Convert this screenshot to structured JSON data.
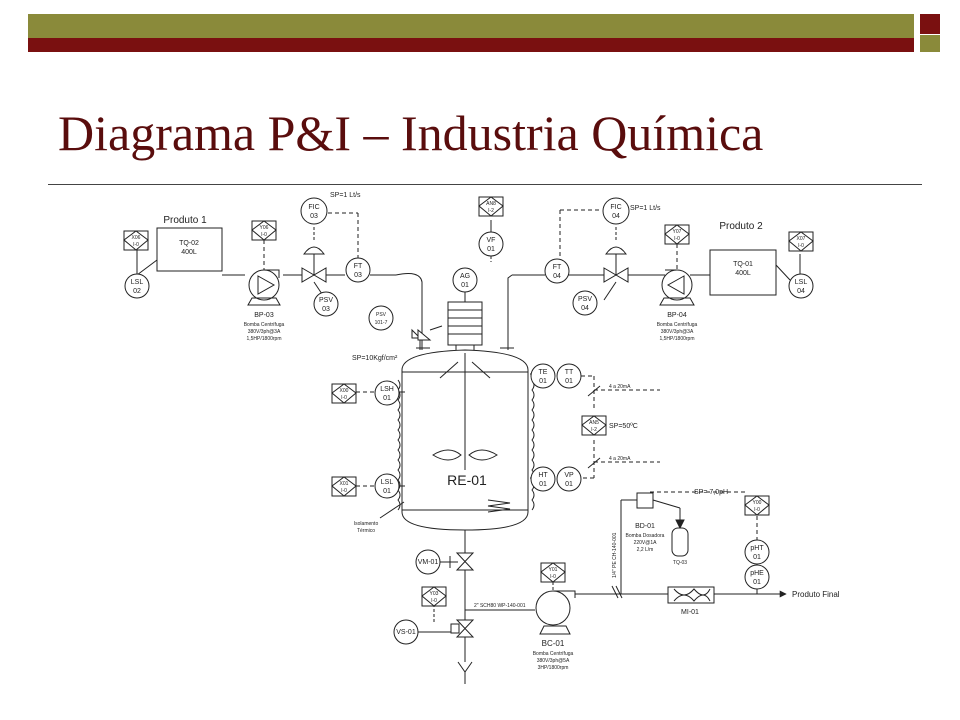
{
  "slide": {
    "title": "Diagrama P&I – Industria Química"
  },
  "diagram": {
    "tanks": {
      "produto1": {
        "label": "Produto 1",
        "tag": "TQ-02",
        "capacity": "400L"
      },
      "produto2": {
        "label": "Produto 2",
        "tag": "TQ-01",
        "capacity": "400L"
      }
    },
    "pumps": {
      "bp03": {
        "tag": "BP-03",
        "desc1": "Bomba Centrífuga",
        "desc2": "380V/3ph@3A",
        "desc3": "1,5HP/1800rpm"
      },
      "bp04": {
        "tag": "BP-04",
        "desc1": "Bomba Centrífuga",
        "desc2": "380V/3ph@3A",
        "desc3": "1,5HP/1800rpm"
      },
      "bc01": {
        "tag": "BC-01",
        "desc1": "Bomba Centrífuga",
        "desc2": "380V/3ph@5A",
        "desc3": "3HP/1800rpm"
      }
    },
    "instruments": {
      "fic03": {
        "l1": "FIC",
        "l2": "03"
      },
      "ft03": {
        "l1": "FT",
        "l2": "03"
      },
      "psv03": {
        "l1": "PSV",
        "l2": "03"
      },
      "lsl02": {
        "l1": "LSL",
        "l2": "02"
      },
      "fic04": {
        "l1": "FIC",
        "l2": "04"
      },
      "ft04": {
        "l1": "FT",
        "l2": "04"
      },
      "psv04": {
        "l1": "PSV",
        "l2": "04"
      },
      "lsl04": {
        "l1": "LSL",
        "l2": "04"
      },
      "vf01": {
        "l1": "VF",
        "l2": "01"
      },
      "ag01": {
        "l1": "AG",
        "l2": "01"
      },
      "psv1017": {
        "l1": "PSV",
        "l2": "101-7"
      },
      "lsh01": {
        "l1": "LSH",
        "l2": "01"
      },
      "lsl01": {
        "l1": "LSL",
        "l2": "01"
      },
      "te01": {
        "l1": "TE",
        "l2": "01"
      },
      "tt01": {
        "l1": "TT",
        "l2": "01"
      },
      "ht01": {
        "l1": "HT",
        "l2": "01"
      },
      "vp01": {
        "l1": "VP",
        "l2": "01"
      },
      "pht01": {
        "l1": "pHT",
        "l2": "01"
      },
      "phe01": {
        "l1": "pHE",
        "l2": "01"
      }
    },
    "plc_blocks": {
      "x06": {
        "l1": "X06",
        "l2": "I-0"
      },
      "y06": {
        "l1": "Y06",
        "l2": "I-0"
      },
      "an8": {
        "l1": "AN8",
        "l2": "I-2"
      },
      "y07": {
        "l1": "Y07",
        "l2": "I-0"
      },
      "x07": {
        "l1": "X07",
        "l2": "I-0"
      },
      "x00": {
        "l1": "X00",
        "l2": "I-0"
      },
      "x01": {
        "l1": "X01",
        "l2": "I-0"
      },
      "an5": {
        "l1": "AN5",
        "l2": "I-2"
      },
      "y00": {
        "l1": "Y00",
        "l2": "I-0"
      },
      "y01": {
        "l1": "Y01",
        "l2": "I-0"
      },
      "y03": {
        "l1": "Y03",
        "l2": "I-0"
      }
    },
    "labels": {
      "sp_fic03": "SP=1 Lt/s",
      "sp_fic04": "SP=1 Lt/s",
      "sp_pressure": "SP=10Kgf/cm²",
      "sp_temp": "SP=50ºC",
      "sp_ph": "SP= 7,0pH",
      "signal1": "4 a 20mA",
      "signal2": "4 a 20mA",
      "reactor": "RE-01",
      "insulation1": "Isolamento",
      "insulation2": "Térmico",
      "vm01": "VM-01",
      "vs01": "VS-01",
      "pipe1": "2\" SCH80 WP-140-001",
      "pipe2": "1/4\" PE CH-140-001",
      "bd01": "BD-01",
      "bd_desc1": "Bomba Dosadora",
      "bd_desc2": "220V@1A",
      "bd_desc3": "2,2 L/m",
      "tq03": "TQ-03",
      "mi01": "MI-01",
      "product_out": "Produto Final"
    }
  }
}
